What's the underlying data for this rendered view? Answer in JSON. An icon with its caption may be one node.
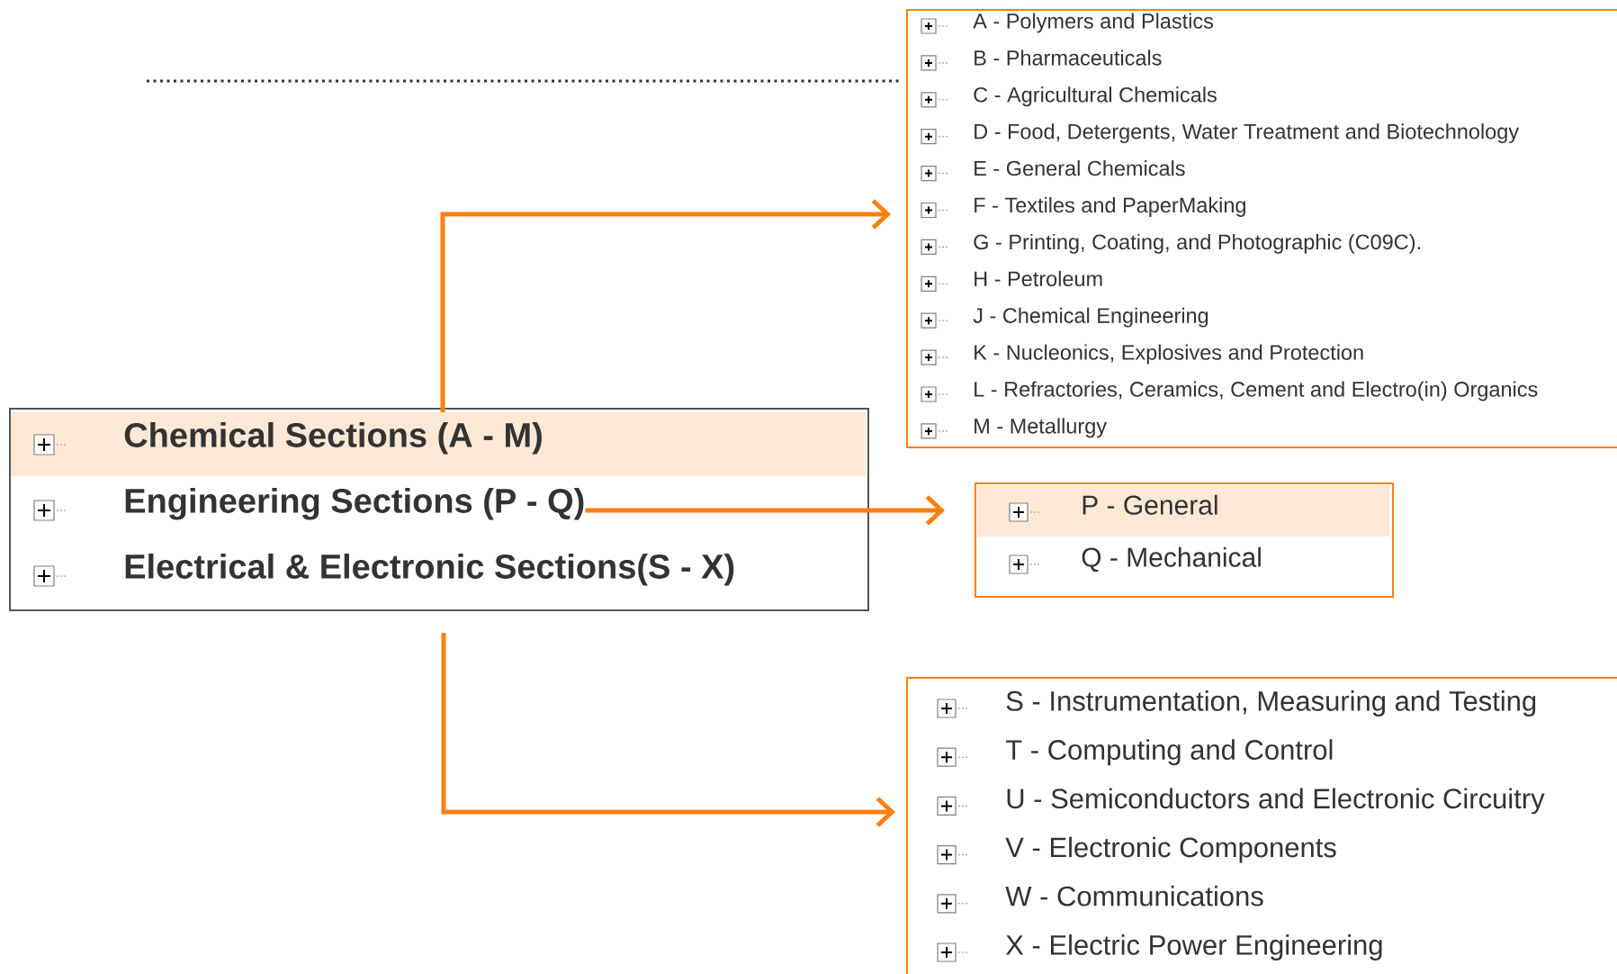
{
  "diagram": {
    "nodes": [
      {
        "text": [],
        "shape": "box"
      },
      {
        "text": [
          "Chemical Sections (A - M)"
        ],
        "in": 0
      },
      {
        "text": [
          "Engineering Sections (P - Q)"
        ],
        "in": 0
      },
      {
        "text": [
          "Electrical & Electronic Sections(S - X)"
        ],
        "in": 0
      },
      {
        "text": [],
        "shape": "box"
      },
      {
        "text": [
          "A - Polymers and Plastics"
        ],
        "in": 4
      },
      {
        "text": [
          "B - Pharmaceuticals"
        ],
        "in": 4
      },
      {
        "text": [
          "C - Agricultural Chemicals"
        ],
        "in": 4
      },
      {
        "text": [
          "D - Food, Detergents, Water Treatment and Biotechnology"
        ],
        "in": 4
      },
      {
        "text": [
          "E - General Chemicals"
        ],
        "in": 4
      },
      {
        "text": [
          "F - Textiles and PaperMaking"
        ],
        "in": 4
      },
      {
        "text": [
          "G - Printing, Coating, and Photographic (C09C)."
        ],
        "in": 4
      },
      {
        "text": [
          "H - Petroleum"
        ],
        "in": 4
      },
      {
        "text": [
          "J - Chemical Engineering"
        ],
        "in": 4
      },
      {
        "text": [
          "K - Nucleonics, Explosives and Protection"
        ],
        "in": 4
      },
      {
        "text": [
          "L - Refractories, Ceramics, Cement and Electro(in) Organics"
        ],
        "in": 4
      },
      {
        "text": [
          "M - Metallurgy"
        ],
        "in": 4
      },
      {
        "text": [],
        "shape": "box"
      },
      {
        "text": [
          "P - General"
        ],
        "in": 17
      },
      {
        "text": [
          "Q - Mechanical"
        ],
        "in": 17
      },
      {
        "text": [],
        "shape": "box"
      },
      {
        "text": [
          "S - Instrumentation, Measuring and Testing"
        ],
        "in": 20
      },
      {
        "text": [
          "T - Computing and Control"
        ],
        "in": 20
      },
      {
        "text": [
          "U - Semiconductors and Electronic Circuitry"
        ],
        "in": 20
      },
      {
        "text": [
          "V - Electronic Components"
        ],
        "in": 20
      },
      {
        "text": [
          "W - Communications"
        ],
        "in": 20
      },
      {
        "text": [
          "X - Electric Power Engineering"
        ],
        "in": 20
      }
    ],
    "edges": [
      {
        "from": 1,
        "to": 4,
        "arrow": "to"
      },
      {
        "from": 2,
        "to": 17,
        "arrow": "to"
      },
      {
        "from": 3,
        "to": 20,
        "arrow": "to"
      }
    ]
  }
}
